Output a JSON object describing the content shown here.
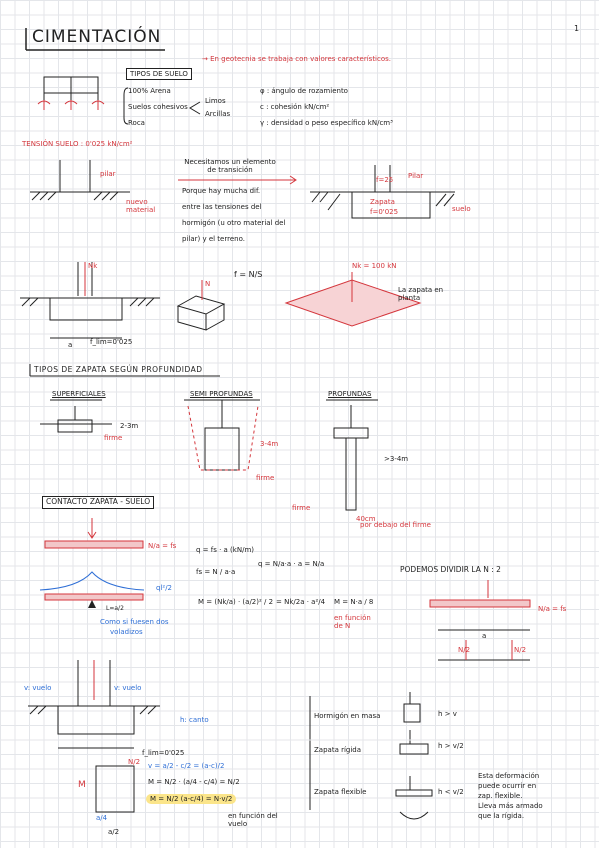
{
  "page": {
    "number": "1",
    "title": "CIMENTACIÓN"
  },
  "intro": {
    "note": "→ En geotecnia se trabaja con valores característicos.",
    "box_tipos_suelo": "TIPOS DE SUELO",
    "suelo_1": "100% Arena",
    "suelo_2": "Suelos cohesivos",
    "suelo_3": "Roca",
    "suelo_sub_1": "Limos",
    "suelo_sub_2": "Arcillas",
    "param_1": "φ : ángulo de rozamiento",
    "param_2": "c : cohesión  kN/cm²",
    "param_3": "γ : densidad o peso específico  kN/cm³",
    "tension_suelo": "TENSIÓN SUELO : 0'025 kN/cm²"
  },
  "transicion": {
    "pilar_left": "pilar",
    "nuevo_material": "nuevo material",
    "necesitamos": "Necesitamos un elemento de transición",
    "porque_1": "Porque hay mucha dif.",
    "porque_2": "entre las tensiones del",
    "porque_3": "hormigón (u otro material del",
    "porque_4": "pilar) y el terreno.",
    "f_25": "f=25",
    "pilar_right": "Pilar",
    "zapata": "Zapata",
    "f_0025": "f=0'025",
    "suelo": "suelo"
  },
  "planta": {
    "nk": "Nk",
    "flim": "f_lim=0'025",
    "label_a": "a",
    "label_n": "N",
    "formula": "f = N/S",
    "nk_plan": "Nk = 100 kN",
    "zapata_planta": "La zapata en planta"
  },
  "profundidad": {
    "heading": "TIPOS DE ZAPATA SEGÚN PROFUNDIDAD",
    "sup": "SUPERFICIALES",
    "semi": "SEMI PROFUNDAS",
    "prof": "PROFUNDAS",
    "dim_2m": "2-3m",
    "dim_34": "3-4m",
    "dim_gt": ">3-4m",
    "firme_1": "firme",
    "firme_2": "firme",
    "firme_3": "firme",
    "por_debajo": "por debajo del firme",
    "dim_40": "40cm"
  },
  "contacto": {
    "heading": "CONTACTO ZAPATA - SUELO",
    "n_a_fs": "N/a = fs",
    "ql2": "ql²/2",
    "l_a2": "L=a/2",
    "como_1": "Como si fuesen dos",
    "como_2": "voladizos",
    "q_eq": "q = fs · a  (kN/m)",
    "q_eq2": "q = N/a·a · a = N/a",
    "fs_eq": "fs = N / a·a",
    "m_eq": "M = (Nk/a) · (a/2)² / 2",
    "m_eq2": "= Nk/2a · a²/4",
    "m_res": "M = N·a / 8",
    "en_funcion": "en función de N",
    "podemos": "PODEMOS DIVIDIR LA N : 2",
    "n_a_fs2": "N/a = fs",
    "n2_a": "N/2",
    "n2_b": "N/2",
    "label_a2": "a"
  },
  "vuelos": {
    "v_vuelo_l": "v: vuelo",
    "v_vuelo_r": "v: vuelo",
    "h_canto": "h: canto",
    "flim": "f_lim=0'025",
    "n2": "N/2",
    "m_label": "M",
    "v_eq": "v = a/2 - c/2 = (a-c)/2",
    "m_eq": "M = N/2 · (a/4 - c/4) = N/2",
    "m_hl": "M = N/2 (a-c/4) = N·v/2",
    "en_funcion": "en función del vuelo",
    "a4": "a/4",
    "a2": "a/2"
  },
  "tipos_zapata": {
    "masa": "Hormigón en masa",
    "masa_cond": "h > v",
    "rigida": "Zapata rígida",
    "rigida_cond": "h > v/2",
    "flexible": "Zapata flexible",
    "flexible_cond": "h < v/2",
    "nota_1": "Esta deformación",
    "nota_2": "puede ocurrir en",
    "nota_3": "zap. flexible.",
    "nota_4": "Lleva más armado",
    "nota_5": "que la rígida."
  },
  "colors": {
    "red": "#d4363c",
    "pink": "#f2c7c9",
    "blue": "#2f6fd6",
    "highlight": "#fbe58a",
    "grid": "#e4e6ea"
  }
}
